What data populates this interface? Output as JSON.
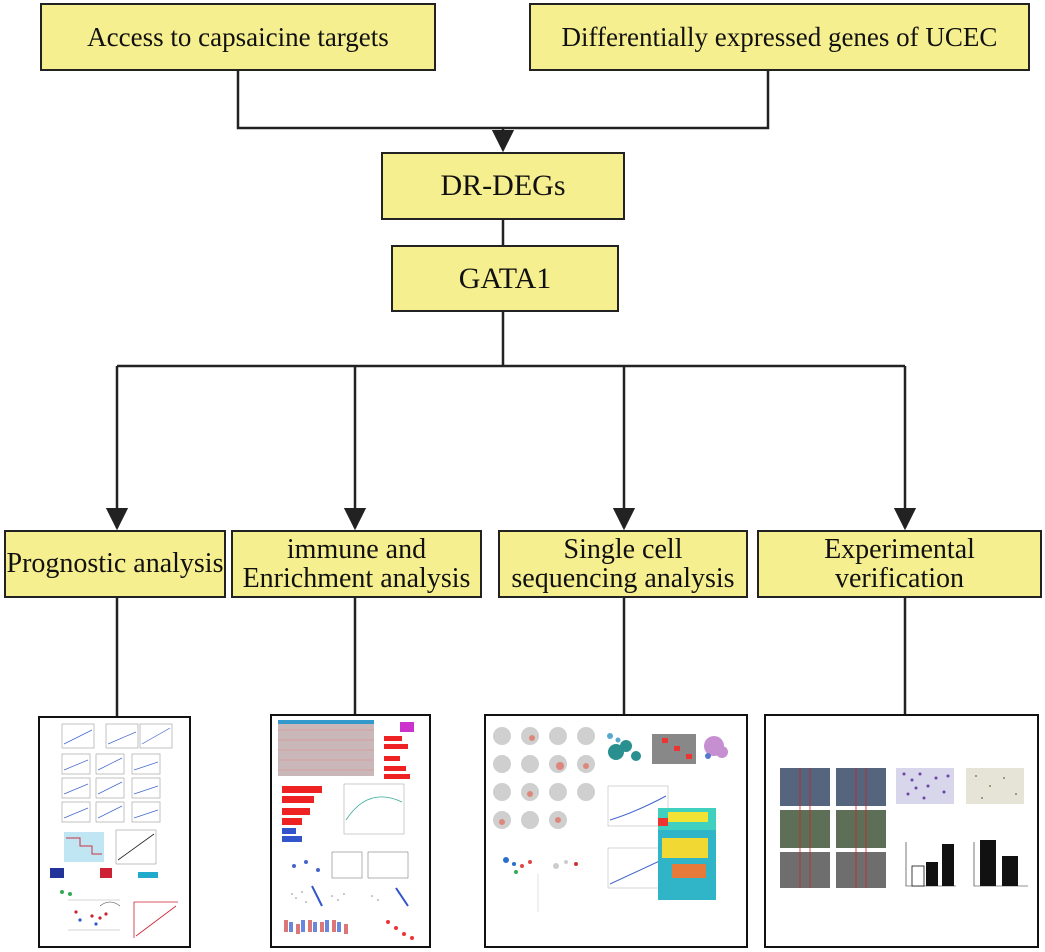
{
  "nodes": {
    "top_left": "Access to capsaicine targets",
    "top_right": "Differentially expressed genes of UCEC",
    "dr_degs": "DR-DEGs",
    "gata1": "GATA1",
    "b1": "Prognostic analysis",
    "b2_line1": "immune and",
    "b2_line2": "Enrichment analysis",
    "b3_line1": "Single cell",
    "b3_line2": "sequencing analysis",
    "b4": "Experimental verification"
  },
  "colors": {
    "box_fill": "#f5ef8f",
    "stroke": "#222222"
  },
  "thumbnails": [
    "prognostic-analysis-figure-thumbnail",
    "immune-enrichment-figure-thumbnail",
    "single-cell-figure-thumbnail",
    "experimental-verification-figure-thumbnail"
  ]
}
